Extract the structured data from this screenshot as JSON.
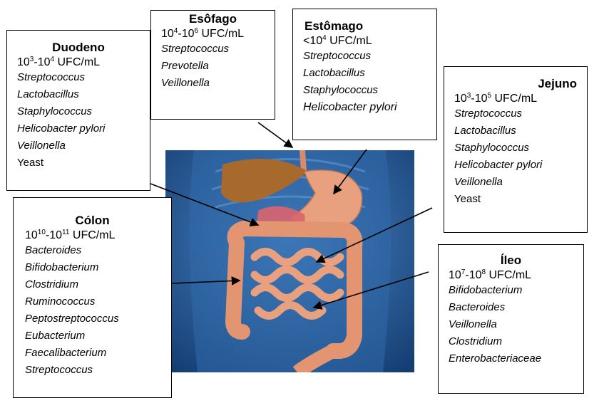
{
  "colors": {
    "background": "#ffffff",
    "body_panel": "#2a5f9c",
    "organ": "#e79a76",
    "liver": "#a86a2c",
    "border": "#000000"
  },
  "boxes": {
    "esofago": {
      "title": "Esôfago",
      "conc": {
        "base1": "10",
        "exp1": "4",
        "sep": "-",
        "base2": "10",
        "exp2": "6",
        "unit": " UFC/mL"
      },
      "organisms": [
        "Streptococcus",
        "Prevotella",
        "Veillonella"
      ]
    },
    "estomago": {
      "title": "Estômago",
      "conc": {
        "prefix": "<",
        "base1": "10",
        "exp1": "4",
        "unit": " UFC/mL"
      },
      "organisms": [
        "Streptococcus",
        "Lactobacillus",
        "Staphylococcus",
        "Helicobacter pylori"
      ]
    },
    "duodeno": {
      "title": "Duodeno",
      "conc": {
        "base1": "10",
        "exp1": "3",
        "sep": "-",
        "base2": "10",
        "exp2": "4",
        "unit": " UFC/mL"
      },
      "organisms": [
        "Streptococcus",
        "Lactobacillus",
        "Staphylococcus",
        "Helicobacter pylori",
        "Veillonella"
      ],
      "extra": "Yeast"
    },
    "jejuno": {
      "title": "Jejuno",
      "conc": {
        "base1": "10",
        "exp1": "3",
        "sep": "-",
        "base2": "10",
        "exp2": "5",
        "unit": " UFC/mL"
      },
      "organisms": [
        "Streptococcus",
        "Lactobacillus",
        "Staphylococcus",
        "Helicobacter pylori",
        "Veillonella"
      ],
      "extra": "Yeast"
    },
    "colon": {
      "title": "Cólon",
      "conc": {
        "base1": "10",
        "exp1": "10",
        "sep": "-",
        "base2": "10",
        "exp2": "11",
        "unit": " UFC/mL"
      },
      "organisms": [
        "Bacteroides",
        "Bifidobacterium",
        "Clostridium",
        "Ruminococcus",
        "Peptostreptococcus",
        "Eubacterium",
        "Faecalibacterium",
        "Streptococcus"
      ]
    },
    "ileo": {
      "title": "Íleo",
      "conc": {
        "base1": "10",
        "exp1": "7",
        "sep": "-",
        "base2": "10",
        "exp2": "8",
        "unit": " UFC/mL"
      },
      "organisms": [
        "Bifidobacterium",
        "Bacteroides",
        "Veillonella",
        "Clostridium",
        "Enterobacteriaceae"
      ]
    }
  }
}
